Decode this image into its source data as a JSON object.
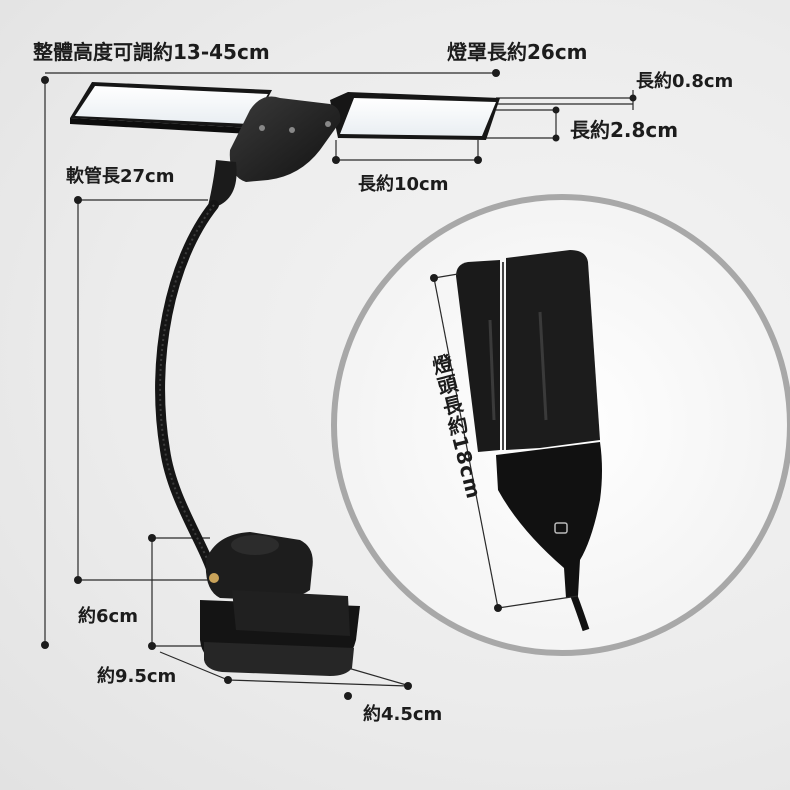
{
  "dimensions": {
    "total_height": "整體高度可調約13-45cm",
    "shade_length": "燈罩長約26cm",
    "panel_thickness": "長約0.8cm",
    "panel_width": "長約2.8cm",
    "hose_length": "軟管長27cm",
    "panel_length": "長約10cm",
    "head_length": "燈頭長約18cm",
    "clip_height": "約6cm",
    "base_length": "約9.5cm",
    "base_width": "約4.5cm"
  },
  "colors": {
    "dimension_line": "#2a2a2a",
    "lamp_body": "#1b1b1b",
    "light_panel": "#fbfbfb",
    "inset_ring": "#a8a8a8"
  }
}
